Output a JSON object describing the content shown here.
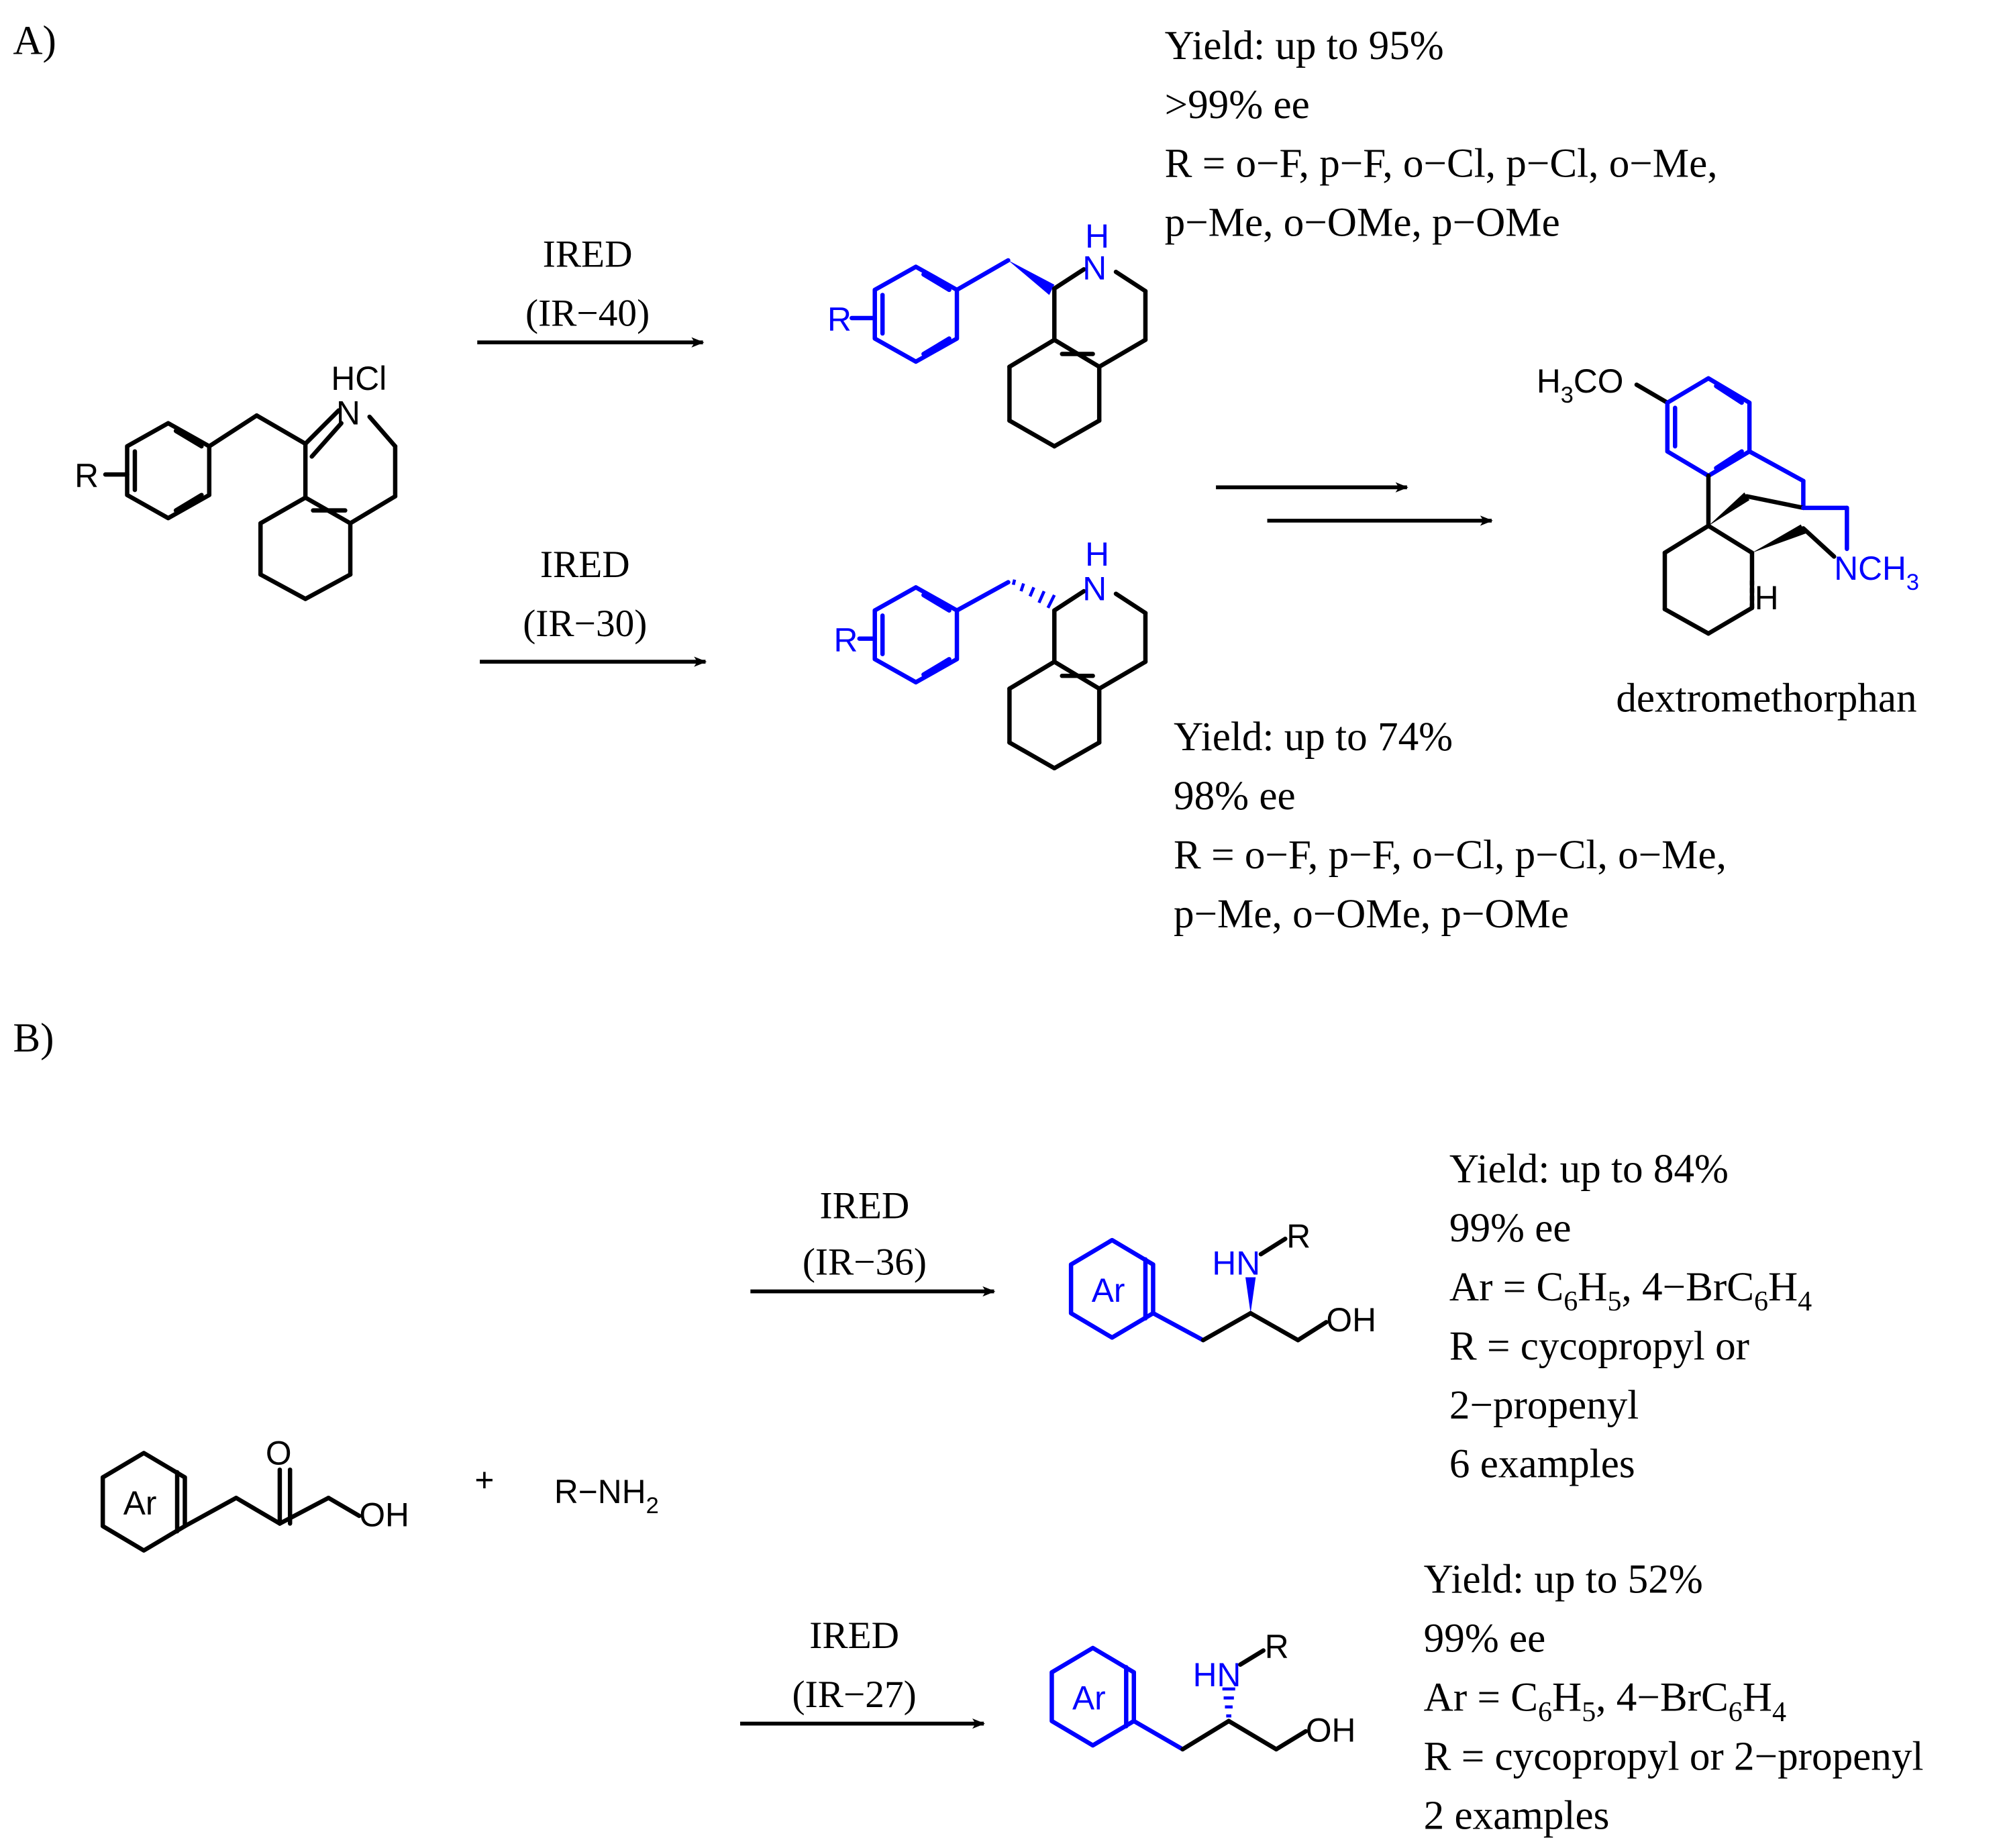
{
  "colors": {
    "product": "#0000ff",
    "default": "#000000",
    "background": "#ffffff"
  },
  "panel_a": {
    "label": "A)",
    "top_reaction": {
      "enzyme": "IRED",
      "variant": "(IR−40)"
    },
    "bottom_reaction": {
      "enzyme": "IRED",
      "variant": "(IR−30)"
    },
    "top_result": {
      "line1": "Yield: up to 95%",
      "line2": ">99% ee",
      "line3": "R = o−F, p−F, o−Cl, p−Cl, o−Me,",
      "line4": "p−Me,  o−OMe, p−OMe"
    },
    "bottom_result": {
      "line1": "Yield: up to 74%",
      "line2": "98% ee",
      "line3": "R = o−F, p−F, o−Cl, p−Cl, o−Me,",
      "line4": "p−Me,  o−OMe, p−OMe"
    },
    "final_product": "dextromethorphan",
    "atoms": {
      "r": "R",
      "hcl": "HCl",
      "n": "N",
      "nh_h": "H",
      "h3co_prefix": "H",
      "h3co_sub": "3",
      "h3co_suffix": "CO",
      "nch3_prefix": "NCH",
      "nch3_sub": "3",
      "bridge_h": "H"
    }
  },
  "panel_b": {
    "label": "B)",
    "top_reaction": {
      "enzyme": "IRED",
      "variant": "(IR−36)"
    },
    "bottom_reaction": {
      "enzyme": "IRED",
      "variant": "(IR−27)"
    },
    "plus": "+",
    "amine_prefix": "R−NH",
    "amine_sub": "2",
    "atoms": {
      "ar": "Ar",
      "o": "O",
      "oh": "OH",
      "hn": "HN",
      "r": "R"
    },
    "top_result": {
      "line1": "Yield: up to 84%",
      "line2": "99% ee",
      "ar_line": {
        "prefix": "Ar = C",
        "s1": "6",
        "h": "H",
        "s2": "5",
        "mid": ", 4−BrC",
        "s3": "6",
        "h2": "H",
        "s4": "4"
      },
      "line4": "R = cycopropyl or",
      "line5": "2−propenyl",
      "line6": "6 examples"
    },
    "bottom_result": {
      "line1": "Yield: up to 52%",
      "line2": "99% ee",
      "ar_line": {
        "prefix": "Ar = C",
        "s1": "6",
        "h": "H",
        "s2": "5",
        "mid": ", 4−BrC",
        "s3": "6",
        "h2": "H",
        "s4": "4"
      },
      "line4": "R = cycopropyl or 2−propenyl",
      "line5": "2 examples"
    }
  }
}
